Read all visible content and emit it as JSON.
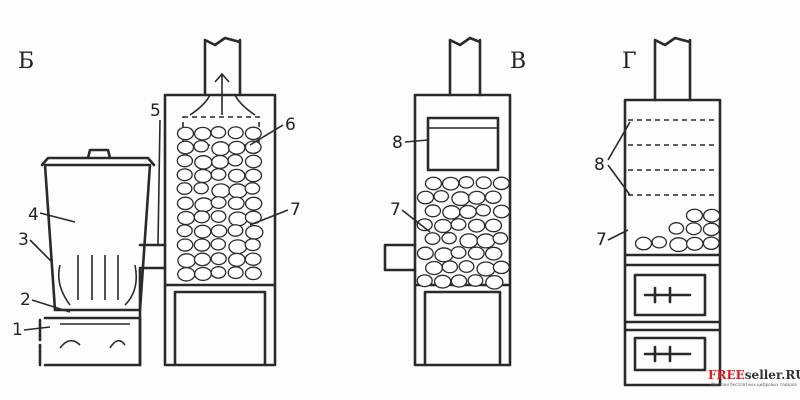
{
  "panels": {
    "b": "Б",
    "v": "В",
    "g": "Г"
  },
  "labels": {
    "n1": "1",
    "n2": "2",
    "n3": "3",
    "n4": "4",
    "n5": "5",
    "n6": "6",
    "n7a": "7",
    "n8v": "8",
    "n7v": "7",
    "n8g": "8",
    "n7g": "7"
  },
  "watermark": {
    "brand_red": "FREE",
    "brand_dark": "seller.RU",
    "tagline": "Магазин бесплатных цифровых товаров",
    "color": "#e01a1a"
  }
}
